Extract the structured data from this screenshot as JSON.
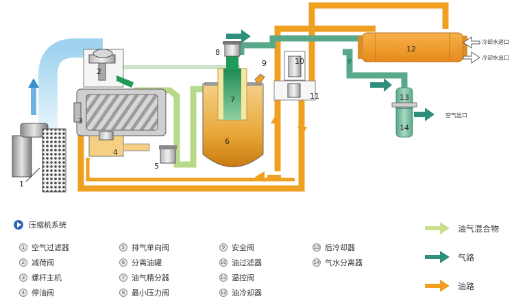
{
  "system_title": "压缩机系统",
  "components": [
    {
      "num": "1",
      "label": "空气过滤器"
    },
    {
      "num": "2",
      "label": "减荷阀"
    },
    {
      "num": "3",
      "label": "螺杆主机"
    },
    {
      "num": "4",
      "label": "停油阀"
    },
    {
      "num": "5",
      "label": "排气单向阀"
    },
    {
      "num": "6",
      "label": "分离油罐"
    },
    {
      "num": "7",
      "label": "油气精分器"
    },
    {
      "num": "8",
      "label": "最小压力阀"
    },
    {
      "num": "9",
      "label": "安全阀"
    },
    {
      "num": "10",
      "label": "油过滤器"
    },
    {
      "num": "11",
      "label": "温控阀"
    },
    {
      "num": "12",
      "label": "油冷却器"
    },
    {
      "num": "13",
      "label": "后冷却器"
    },
    {
      "num": "14",
      "label": "气水分离器"
    }
  ],
  "ports": {
    "cooling_in": "冷却水进口",
    "cooling_out": "冷却水出口",
    "air_out": "空气出口"
  },
  "flow_legend": [
    {
      "label": "油气混合物",
      "color": "#c9e08a"
    },
    {
      "label": "气路",
      "color": "#2f8e7c"
    },
    {
      "label": "油路",
      "color": "#f0a020"
    }
  ],
  "colors": {
    "oil": "#f0a020",
    "air": "#6fb39a",
    "mix": "#c9e08a",
    "green": "#1f9a57"
  }
}
